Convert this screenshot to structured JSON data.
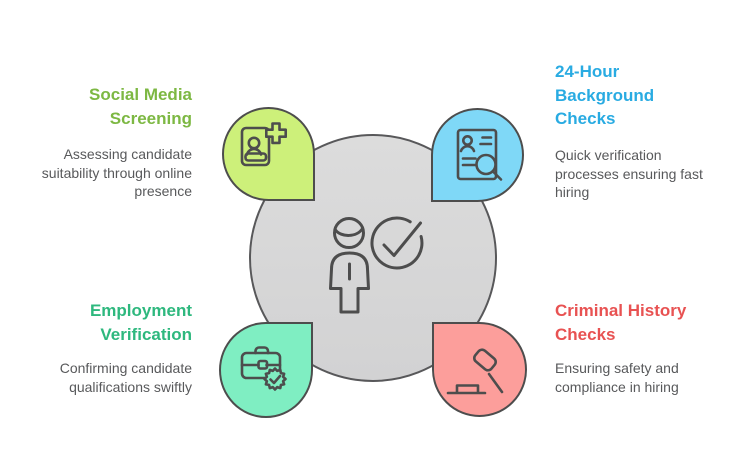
{
  "diagram": {
    "topic": "candidate screening infographic",
    "stroke_color": "#4d4d4d",
    "center": {
      "icon": "candidate-check-icon",
      "circle_fill": "#d7d7d8",
      "circle_border": "#58585a"
    },
    "quadrants": [
      {
        "id": "social-media-screening",
        "title": "Social Media\nScreening",
        "description": "Assessing candidate\nsuitability through online\npresence",
        "title_color": "#7db843",
        "petal_fill": "#cdf07a",
        "petal_border": "#4d4d4d",
        "icon": "id-card-person-add-icon",
        "position": "top-left"
      },
      {
        "id": "background-checks",
        "title": "24-Hour\nBackground\nChecks",
        "description": "Quick verification\nprocesses ensuring fast\nhiring",
        "title_color": "#29abe2",
        "petal_fill": "#7fd8f7",
        "petal_border": "#4d4d4d",
        "icon": "resume-magnifier-icon",
        "position": "top-right"
      },
      {
        "id": "employment-verification",
        "title": "Employment\nVerification",
        "description": "Confirming candidate\nqualifications swiftly",
        "title_color": "#2eb87e",
        "petal_fill": "#7feec2",
        "petal_border": "#4d4d4d",
        "icon": "briefcase-seal-check-icon",
        "position": "bottom-left"
      },
      {
        "id": "criminal-history-checks",
        "title": "Criminal History\nChecks",
        "description": "Ensuring safety and\ncompliance in hiring",
        "title_color": "#e85252",
        "petal_fill": "#fc9e9b",
        "petal_border": "#4d4d4d",
        "icon": "gavel-icon",
        "position": "bottom-right"
      }
    ]
  }
}
